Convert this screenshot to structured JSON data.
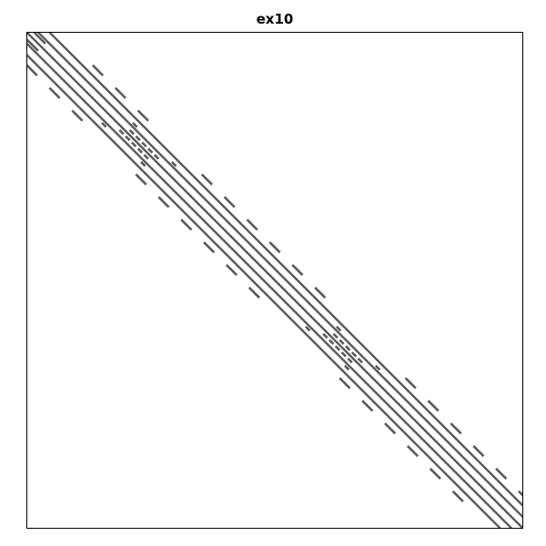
{
  "chart_data": {
    "type": "spy",
    "title": "ex10",
    "rows": 2410,
    "cols": 2410,
    "xlabel": "",
    "ylabel": "",
    "grid": false,
    "marker_color": "#5a5a5a",
    "nonzero_bands": [
      {
        "offset": 0,
        "from": 0,
        "to": 2410
      },
      {
        "offset": 55,
        "from": 0,
        "to": 2355
      },
      {
        "offset": -55,
        "from": 55,
        "to": 2410
      },
      {
        "offset": 110,
        "from": 0,
        "to": 2300
      },
      {
        "offset": -110,
        "from": 110,
        "to": 2410
      }
    ],
    "nonzero_segments": [
      {
        "offset": 35,
        "from": 0,
        "to": 55
      },
      {
        "offset": -35,
        "from": 35,
        "to": 90
      },
      {
        "offset": 160,
        "from": 160,
        "to": 210
      },
      {
        "offset": 160,
        "from": 270,
        "to": 320
      },
      {
        "offset": 160,
        "from": 380,
        "to": 430
      },
      {
        "offset": -160,
        "from": 160,
        "to": 210
      },
      {
        "offset": -160,
        "from": 270,
        "to": 320
      },
      {
        "offset": -160,
        "from": 380,
        "to": 430
      },
      {
        "offset": 160,
        "from": 690,
        "to": 740
      },
      {
        "offset": 160,
        "from": 800,
        "to": 850
      },
      {
        "offset": 160,
        "from": 910,
        "to": 960
      },
      {
        "offset": 160,
        "from": 1020,
        "to": 1070
      },
      {
        "offset": 160,
        "from": 1130,
        "to": 1180
      },
      {
        "offset": 160,
        "from": 1240,
        "to": 1290
      },
      {
        "offset": -160,
        "from": 690,
        "to": 740
      },
      {
        "offset": -160,
        "from": 800,
        "to": 850
      },
      {
        "offset": -160,
        "from": 910,
        "to": 960
      },
      {
        "offset": -160,
        "from": 1020,
        "to": 1070
      },
      {
        "offset": -160,
        "from": 1130,
        "to": 1180
      },
      {
        "offset": -160,
        "from": 1240,
        "to": 1290
      },
      {
        "offset": 160,
        "from": 1680,
        "to": 1730
      },
      {
        "offset": 160,
        "from": 1790,
        "to": 1840
      },
      {
        "offset": 160,
        "from": 1900,
        "to": 1950
      },
      {
        "offset": 160,
        "from": 2010,
        "to": 2060
      },
      {
        "offset": 160,
        "from": 2120,
        "to": 2170
      },
      {
        "offset": 160,
        "from": 2230,
        "to": 2250
      },
      {
        "offset": -160,
        "from": 1680,
        "to": 1730
      },
      {
        "offset": -160,
        "from": 1790,
        "to": 1840
      },
      {
        "offset": -160,
        "from": 1900,
        "to": 1950
      },
      {
        "offset": -160,
        "from": 2010,
        "to": 2060
      },
      {
        "offset": -160,
        "from": 2120,
        "to": 2170
      },
      {
        "offset": -160,
        "from": 2230,
        "to": 2280
      },
      {
        "offset": 25,
        "from": 475,
        "to": 495
      },
      {
        "offset": 25,
        "from": 505,
        "to": 525
      },
      {
        "offset": 25,
        "from": 535,
        "to": 555
      },
      {
        "offset": 25,
        "from": 565,
        "to": 585
      },
      {
        "offset": 25,
        "from": 595,
        "to": 615
      },
      {
        "offset": -25,
        "from": 475,
        "to": 495
      },
      {
        "offset": -25,
        "from": 505,
        "to": 525
      },
      {
        "offset": -25,
        "from": 535,
        "to": 555
      },
      {
        "offset": -25,
        "from": 565,
        "to": 585
      },
      {
        "offset": -25,
        "from": 595,
        "to": 615
      },
      {
        "offset": 75,
        "from": 440,
        "to": 460
      },
      {
        "offset": 75,
        "from": 630,
        "to": 650
      },
      {
        "offset": -75,
        "from": 440,
        "to": 460
      },
      {
        "offset": -75,
        "from": 630,
        "to": 650
      },
      {
        "offset": 25,
        "from": 1465,
        "to": 1485
      },
      {
        "offset": 25,
        "from": 1495,
        "to": 1515
      },
      {
        "offset": 25,
        "from": 1525,
        "to": 1545
      },
      {
        "offset": 25,
        "from": 1555,
        "to": 1575
      },
      {
        "offset": 25,
        "from": 1585,
        "to": 1605
      },
      {
        "offset": -25,
        "from": 1465,
        "to": 1485
      },
      {
        "offset": -25,
        "from": 1495,
        "to": 1515
      },
      {
        "offset": -25,
        "from": 1525,
        "to": 1545
      },
      {
        "offset": -25,
        "from": 1555,
        "to": 1575
      },
      {
        "offset": -25,
        "from": 1585,
        "to": 1605
      },
      {
        "offset": 75,
        "from": 1430,
        "to": 1450
      },
      {
        "offset": 75,
        "from": 1620,
        "to": 1640
      },
      {
        "offset": -75,
        "from": 1430,
        "to": 1450
      },
      {
        "offset": -75,
        "from": 1620,
        "to": 1640
      }
    ]
  }
}
